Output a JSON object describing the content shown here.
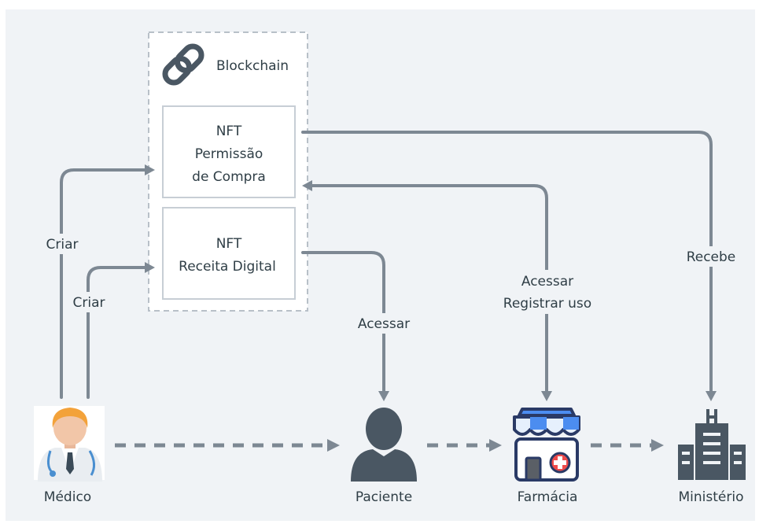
{
  "blockchain": {
    "label": "Blockchain",
    "icon": "chain-link-icon"
  },
  "nft_permissao": {
    "line1": "NFT",
    "line2": "Permissão",
    "line3": "de Compra"
  },
  "nft_receita": {
    "line1": "NFT",
    "line2": "Receita Digital"
  },
  "edges": {
    "criar_1": "Criar",
    "criar_2": "Criar",
    "acessar": "Acessar",
    "acessar_registrar_line1": "Acessar",
    "acessar_registrar_line2": "Registrar uso",
    "recebe": "Recebe"
  },
  "actors": {
    "medico": {
      "label": "Médico",
      "icon": "doctor-icon"
    },
    "paciente": {
      "label": "Paciente",
      "icon": "person-icon"
    },
    "farmacia": {
      "label": "Farmácia",
      "icon": "pharmacy-store-icon"
    },
    "ministerio": {
      "label": "Ministério",
      "icon": "building-icon"
    }
  },
  "colors": {
    "background": "#f0f3f6",
    "connector": "#7d8893",
    "icon_dark": "#4a5763",
    "text": "#2f3e46"
  }
}
